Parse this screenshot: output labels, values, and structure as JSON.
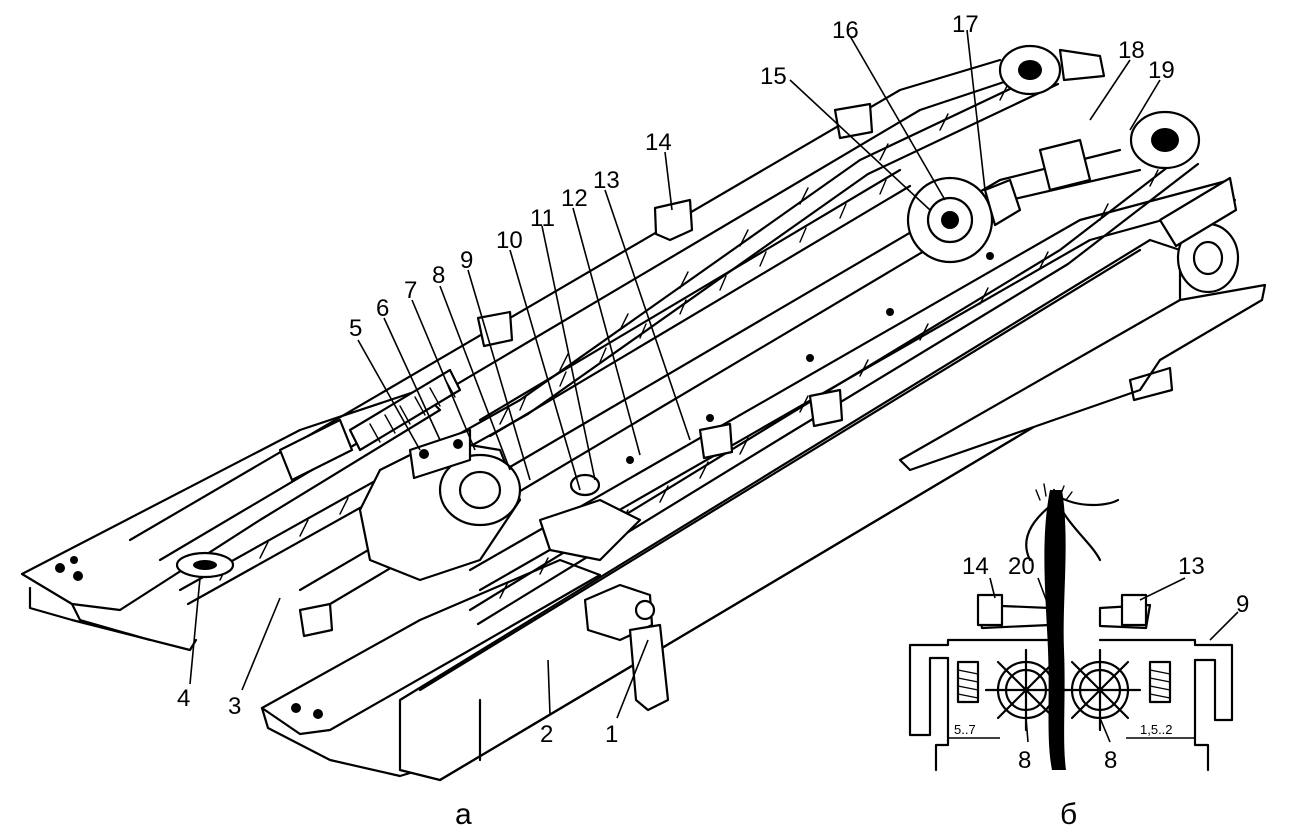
{
  "figure": {
    "caption_a": "а",
    "caption_b": "б",
    "numbers_a": [
      "1",
      "2",
      "3",
      "4",
      "5",
      "6",
      "7",
      "8",
      "9",
      "10",
      "11",
      "12",
      "13",
      "14",
      "15",
      "16",
      "17",
      "18",
      "19"
    ],
    "numbers_b": [
      "14",
      "20",
      "13",
      "9",
      "8",
      "8"
    ],
    "dimensions_b": [
      "5..7",
      "1,5..2"
    ]
  }
}
